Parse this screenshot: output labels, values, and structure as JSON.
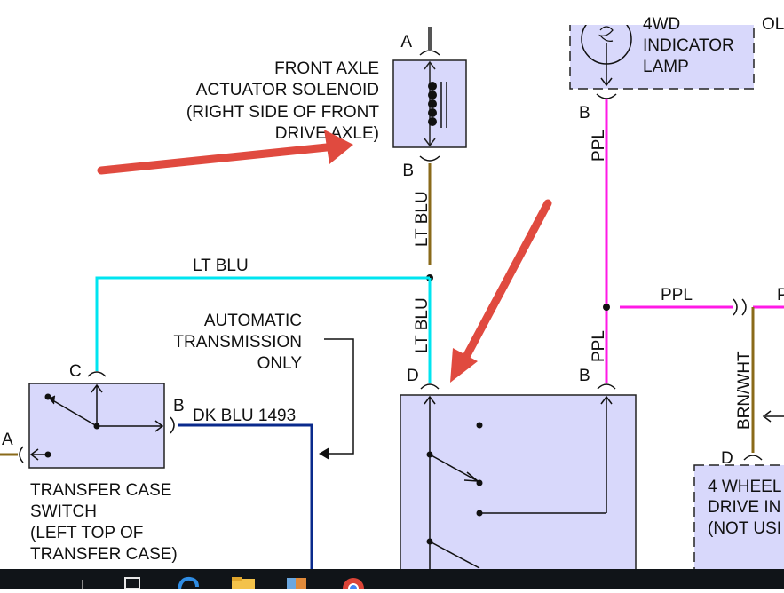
{
  "solenoid": {
    "title_lines": [
      "FRONT AXLE",
      "ACTUATOR SOLENOID",
      "(RIGHT SIDE OF FRONT",
      "DRIVE AXLE)"
    ],
    "pin_top": "A",
    "pin_bottom": "B",
    "wire_label": "LT BLU"
  },
  "indicator_lamp": {
    "lines": [
      "4WD",
      "INDICATOR",
      "LAMP"
    ],
    "pin_bottom": "B",
    "wire_label": "PPL",
    "edge_text": "OL"
  },
  "splice": {
    "wire_left_label": "LT BLU",
    "wire_down_label": "LT BLU"
  },
  "transfer_case_switch": {
    "label_lines": [
      "TRANSFER CASE",
      "SWITCH",
      "(LEFT TOP OF",
      "TRANSFER CASE)"
    ],
    "pin_top": "C",
    "pin_right": "B",
    "pin_left": "A",
    "output_wire_label": "DK BLU  1493"
  },
  "auto_trans_note": {
    "lines": [
      "AUTOMATIC",
      "TRANSMISSION",
      "ONLY"
    ]
  },
  "center_module": {
    "pin_left": "D",
    "pin_right": "B",
    "ppl_label": "PPL"
  },
  "right_branch": {
    "wire_label": "PPL",
    "edge_letter": "P",
    "brn_label": "BRN/WHT",
    "pin": "D",
    "box_lines": [
      "4 WHEEL",
      "DRIVE IN",
      "(NOT USI"
    ]
  },
  "colors": {
    "component_fill": "#d8d8fb",
    "wire_lt_blu": "#00e5f0",
    "wire_ppl": "#ff1ae6",
    "wire_dk_blu": "#0a2a8c",
    "wire_brown": "#8a6a1a",
    "arrow_red": "#e04a3f",
    "taskbar": "#101418"
  },
  "taskbar": {
    "icons": [
      "task-view-icon",
      "edge-browser-icon",
      "file-explorer-icon",
      "paint-app-icon",
      "chrome-browser-icon"
    ]
  }
}
